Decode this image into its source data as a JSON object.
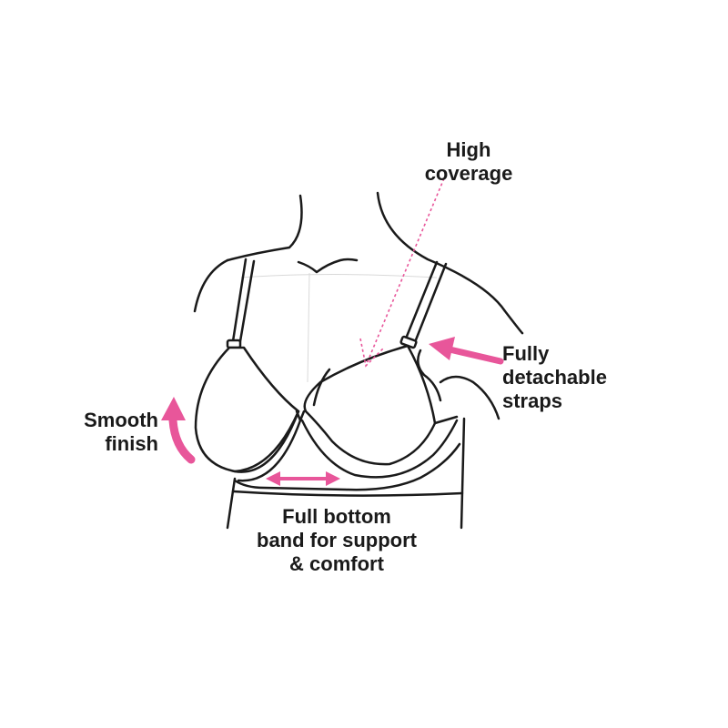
{
  "colors": {
    "accent": "#e8569a",
    "line": "#1a1a1a",
    "guide": "#d9d9d9"
  },
  "labels": {
    "high_coverage": [
      "High",
      "coverage"
    ],
    "detachable_straps": [
      "Fully",
      "detachable",
      "straps"
    ],
    "smooth_finish": [
      "Smooth",
      "finish"
    ],
    "bottom_band": [
      "Full bottom",
      "band for support",
      "& comfort"
    ]
  }
}
